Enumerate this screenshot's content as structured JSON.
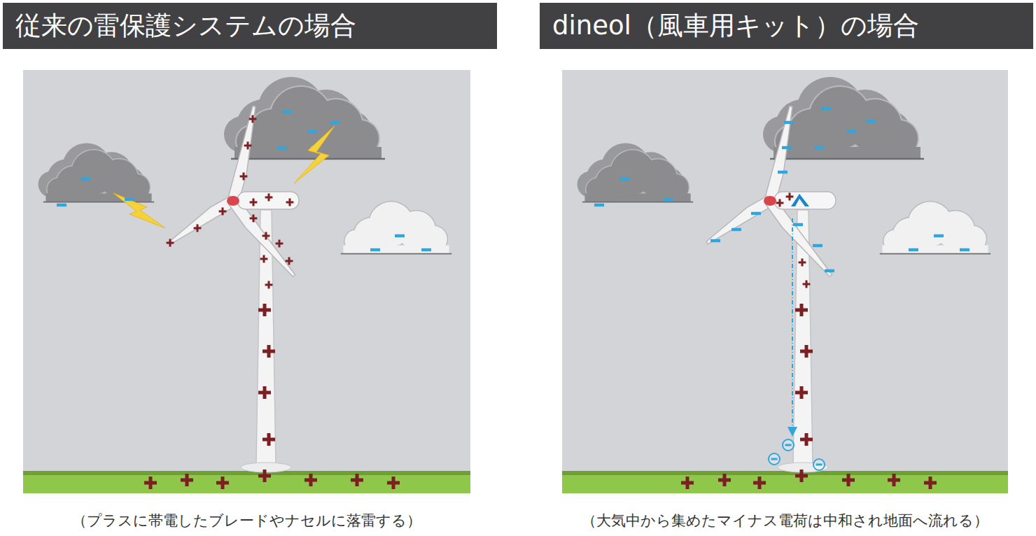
{
  "diagram": {
    "nodes": [
      {
        "text": [
          "従来の雷保護システムの場合"
        ]
      },
      {
        "text": [
          "dineol（風車用キット）の場合"
        ]
      }
    ],
    "labels": [
      "（プラスに帯電したブレードやナセルに落雷する）",
      "（大気中から集めたマイナス電荷は中和され地面へ流れる）"
    ]
  }
}
